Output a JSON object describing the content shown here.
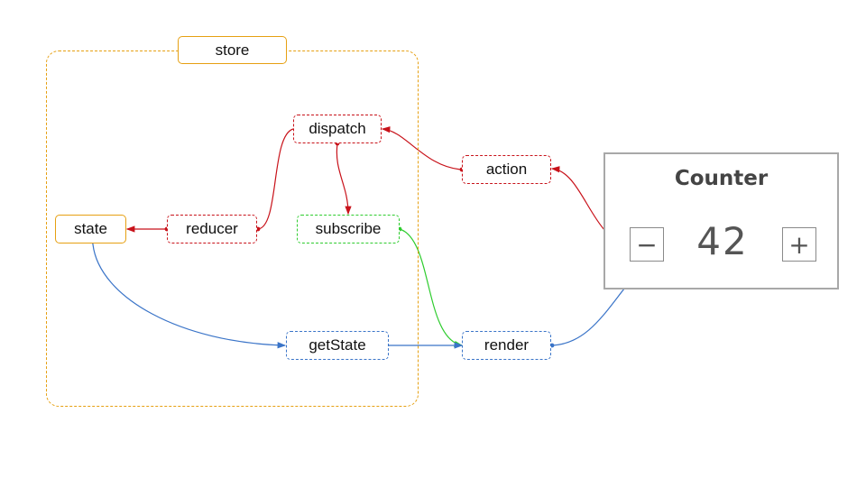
{
  "diagram": {
    "store_label": "store",
    "nodes": {
      "dispatch": "dispatch",
      "action": "action",
      "state": "state",
      "reducer": "reducer",
      "subscribe": "subscribe",
      "getState": "getState",
      "render": "render"
    },
    "colors": {
      "store": "#e6a012",
      "red": "#c8121a",
      "green": "#2ecc2e",
      "blue": "#3a74c8"
    }
  },
  "counter": {
    "title": "Counter",
    "value": "42",
    "minus_label": "−",
    "plus_label": "+"
  }
}
